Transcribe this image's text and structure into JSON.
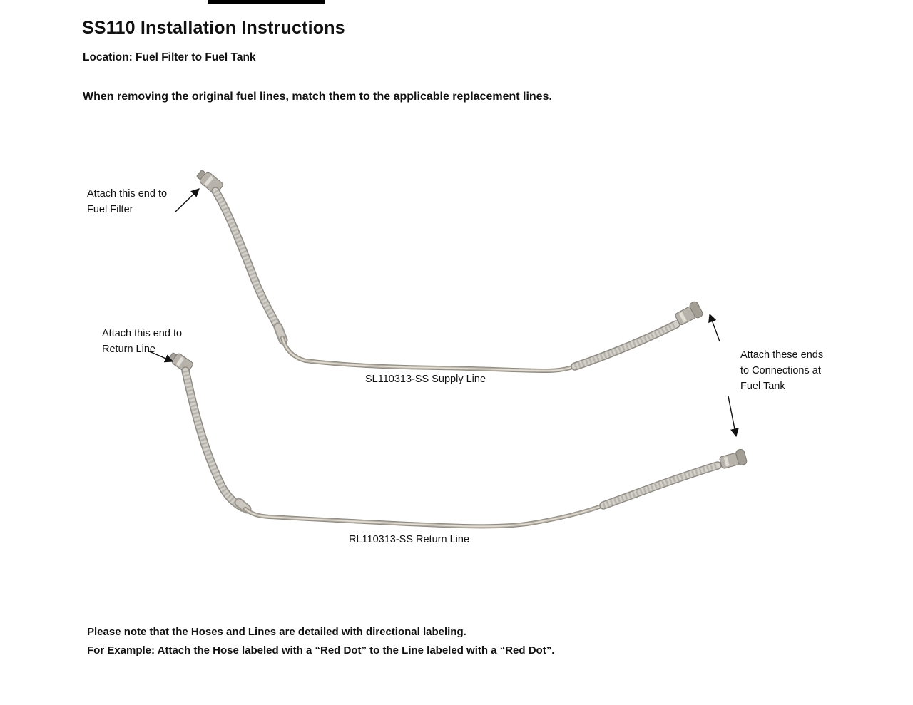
{
  "header": {
    "title": "SS110 Installation Instructions",
    "location": "Location: Fuel Filter to Fuel Tank",
    "intro": "When removing the original fuel lines, match them to the applicable replacement lines."
  },
  "diagram": {
    "callout_fuel_filter": "Attach this end to\nFuel Filter",
    "callout_return_line": "Attach this end to\nReturn Line",
    "callout_fuel_tank": "Attach these ends\nto Connections at\nFuel Tank",
    "supply_line_label": "SL110313-SS Supply Line",
    "return_line_label": "RL110313-SS Return Line"
  },
  "notes": {
    "line1": "Please note that the Hoses and Lines are detailed with directional labeling.",
    "line2": "For Example: Attach the Hose labeled with a “Red Dot” to the Line labeled with a “Red Dot”."
  },
  "colors": {
    "text": "#111111",
    "line_metal": "#b3aea4",
    "braid": "#d3d0ca",
    "background": "#ffffff"
  }
}
